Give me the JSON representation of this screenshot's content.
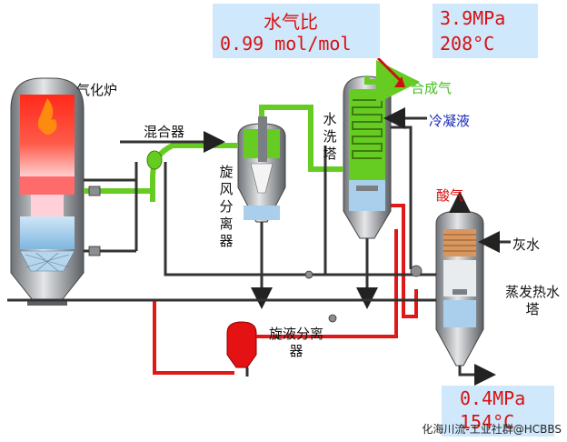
{
  "top_box": {
    "title": "水气比",
    "value": "0.99 mol/mol"
  },
  "top_conditions": {
    "pressure": "3.9MPa",
    "temperature": "208°C"
  },
  "bottom_conditions": {
    "pressure": "0.4MPa",
    "temperature": "154°C"
  },
  "labels": {
    "gasifier": "气化炉",
    "mixer": "混合器",
    "cyclone": "旋风分离器",
    "wash_tower": "水洗塔",
    "syngas": "合成气",
    "condensate": "冷凝液",
    "acid_gas": "酸气",
    "ash_water": "灰水",
    "evaporator": "蒸发热水塔",
    "liquid_separator": "旋液分离器"
  },
  "watermark": "化海川流-工业社群@HCBBS",
  "colors": {
    "green_line": "#66cc22",
    "red_line": "#e01818",
    "dark_line": "#333333",
    "info_box": "#cfe8fb",
    "arrow_red": "#cc1010"
  }
}
